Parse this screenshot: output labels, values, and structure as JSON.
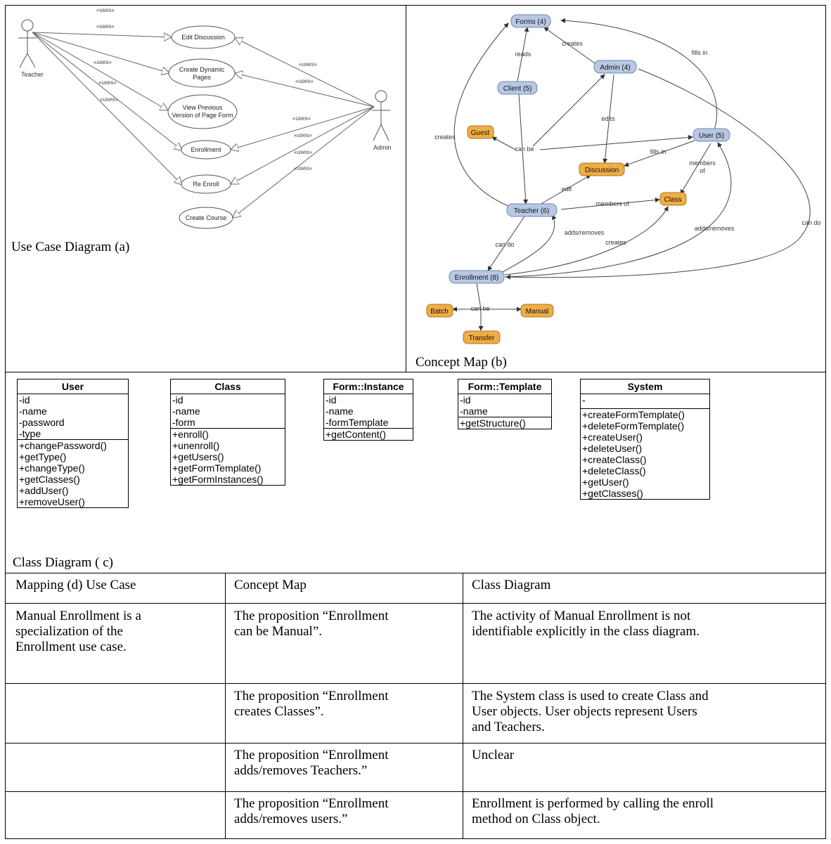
{
  "use_case": {
    "caption": "Use Case Diagram (a)",
    "actors": {
      "teacher": "Teacher",
      "admin": "Admin"
    },
    "use_cases": [
      {
        "lines": [
          "Edit Discussion"
        ]
      },
      {
        "lines": [
          "Create Dynamic",
          "Pages"
        ]
      },
      {
        "lines": [
          "View Previous",
          "Version of Page Form"
        ]
      },
      {
        "lines": [
          "Enrollment"
        ]
      },
      {
        "lines": [
          "Re Enroll"
        ]
      },
      {
        "lines": [
          "Create Course"
        ]
      }
    ],
    "uses_label": "«uses»"
  },
  "concept_map": {
    "caption": "Concept Map (b)",
    "nodes": {
      "forms": "Forms (4)",
      "admin": "Admin (4)",
      "client": "Client (5)",
      "guest": "Guest",
      "user": "User (5)",
      "discussion": "Discussion",
      "class": "Class",
      "teacher": "Teacher (6)",
      "enrollment": "Enrollment (8)",
      "batch": "Batch",
      "manual": "Manual",
      "transfer": "Transfer"
    },
    "links": {
      "creates_forms": "creates",
      "fills_in_forms": "fills in",
      "reads": "reads",
      "creates_teacher": "creates",
      "edits": "edits",
      "can_be": "can be",
      "fills_in_disc": "fills in",
      "members_of_1": "members",
      "members_of_2": "of",
      "edit": "edit",
      "members_of_teacher": "members of",
      "adds_removes_teacher": "adds/removes",
      "adds_removes_user": "adds/removes",
      "can_do_admin": "can do",
      "can_do_teacher": "can do",
      "creates_class": "creates",
      "can_be_enroll": "can be"
    }
  },
  "class_diagram": {
    "caption": "Class Diagram ( c)",
    "classes": [
      {
        "name": "User",
        "attributes": [
          "-id",
          "-name",
          "-password",
          "-type"
        ],
        "methods": [
          "+changePassword()",
          "+getType()",
          "+changeType()",
          "+getClasses()",
          "+addUser()",
          "+removeUser()"
        ]
      },
      {
        "name": "Class",
        "attributes": [
          "-id",
          "-name",
          "-form"
        ],
        "methods": [
          "+enroll()",
          "+unenroll()",
          "+getUsers()",
          "+getFormTemplate()",
          "+getFormInstances()"
        ]
      },
      {
        "name": "Form::Instance",
        "attributes": [
          "-id",
          "-name",
          "-formTemplate"
        ],
        "methods": [
          "+getContent()"
        ]
      },
      {
        "name": "Form::Template",
        "attributes": [
          "-id",
          "-name"
        ],
        "methods": [
          "+getStructure()"
        ]
      },
      {
        "name": "System",
        "attributes": [
          "-"
        ],
        "methods": [
          "+createFormTemplate()",
          "+deleteFormTemplate()",
          "+createUser()",
          "+deleteUser()",
          "+createClass()",
          "+deleteClass()",
          "+getUser()",
          "+getClasses()"
        ]
      }
    ]
  },
  "mapping": {
    "headers": [
      "Mapping (d) Use Case",
      "Concept Map",
      "Class Diagram"
    ],
    "rows": [
      {
        "c1": [
          "Manual Enrollment is a",
          "specialization of the",
          "Enrollment use case."
        ],
        "c2": [
          "The proposition “Enrollment",
          "can be Manual”."
        ],
        "c3": [
          "The activity of Manual Enrollment is not",
          "identifiable explicitly in the class diagram."
        ]
      },
      {
        "c1": [],
        "c2": [
          "The proposition “Enrollment",
          "creates Classes”."
        ],
        "c3": [
          "The System class is used to create Class and",
          "User objects. User objects represent Users",
          "and Teachers."
        ]
      },
      {
        "c1": [],
        "c2": [
          "The proposition “Enrollment",
          "adds/removes Teachers.”"
        ],
        "c3": [
          "Unclear"
        ]
      },
      {
        "c1": [],
        "c2": [
          "The proposition “Enrollment",
          "adds/removes users.”"
        ],
        "c3": [
          "Enrollment is performed by calling the enroll",
          "method on Class object."
        ]
      }
    ]
  }
}
